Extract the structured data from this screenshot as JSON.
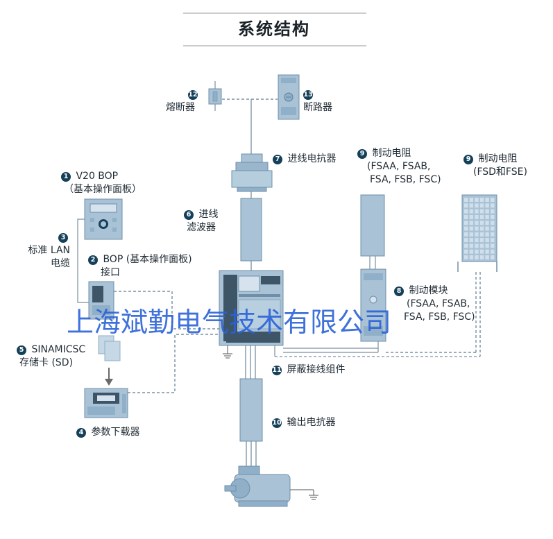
{
  "title": "系统结构",
  "watermark": "上海斌勤电气技术有限公司",
  "components": {
    "c12": {
      "num": "12",
      "name": "熔断器"
    },
    "c13": {
      "num": "13",
      "name": "断路器"
    },
    "c7": {
      "num": "7",
      "name": "进线电抗器"
    },
    "c9a": {
      "num": "9",
      "name": "制动电阻",
      "line2": "(FSAA, FSAB,",
      "line3": "FSA, FSB, FSC)"
    },
    "c9b": {
      "num": "9",
      "name": "制动电阻",
      "line2": "(FSD和FSE)"
    },
    "c1": {
      "num": "1",
      "name": "V20 BOP",
      "line2": "（基本操作面板）"
    },
    "c3": {
      "num": "3",
      "line1": "标准 LAN",
      "line2": "电缆"
    },
    "c6": {
      "num": "6",
      "line1": "进线",
      "line2": "滤波器"
    },
    "c2": {
      "num": "2",
      "name": "BOP (基本操作面板)",
      "line2": "接口"
    },
    "c8": {
      "num": "8",
      "name": "制动模块",
      "line2": "(FSAA, FSAB,",
      "line3": "FSA, FSB, FSC)"
    },
    "c5": {
      "num": "5",
      "name": "SINAMICSC",
      "line2": "存储卡 (SD)"
    },
    "c11": {
      "num": "11",
      "name": "屏蔽接线组件"
    },
    "c10": {
      "num": "10",
      "name": "输出电抗器"
    },
    "c4": {
      "num": "4",
      "name": "参数下载器"
    }
  },
  "colors": {
    "device_fill": "#a9c2d6",
    "device_stroke": "#6f8fa8",
    "device_dark": "#3d5566",
    "wire": "#7a8fa0",
    "dashed": "#5c7a92",
    "badge": "#15405a",
    "watermark": "#2b62d8"
  }
}
